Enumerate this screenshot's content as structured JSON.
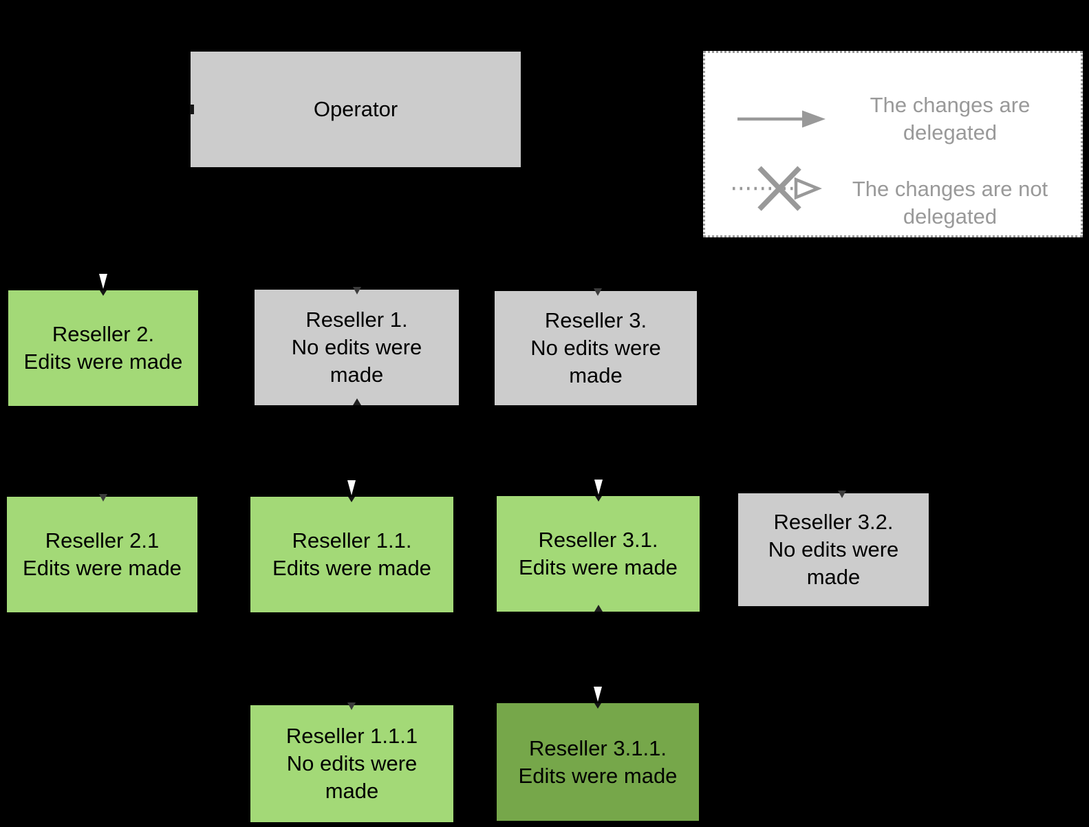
{
  "palette": {
    "background": "#000000",
    "box_gray": "#cccccc",
    "box_green": "#a3d977",
    "box_dark_green": "#76a74a",
    "box_text": "#000000",
    "legend_background": "#ffffff",
    "legend_border": "#999999",
    "legend_text": "#999999",
    "legend_arrow": "#999999",
    "hollow_arrowhead_fill": "#ffffff"
  },
  "nodes": {
    "operator": {
      "text": "Operator"
    },
    "reseller_2": {
      "text": "Reseller 2.\nEdits were made"
    },
    "reseller_1": {
      "text": "Reseller 1.\nNo edits were\nmade"
    },
    "reseller_3": {
      "text": "Reseller 3.\nNo edits were\nmade"
    },
    "reseller_2_1": {
      "text": "Reseller 2.1\nEdits were made"
    },
    "reseller_1_1": {
      "text": "Reseller 1.1.\nEdits were made"
    },
    "reseller_3_1": {
      "text": "Reseller 3.1.\nEdits were made"
    },
    "reseller_3_2": {
      "text": "Reseller 3.2.\nNo edits were\nmade"
    },
    "reseller_1_1_1": {
      "text": "Reseller 1.1.1\nNo edits were\nmade"
    },
    "reseller_3_1_1": {
      "text": "Reseller 3.1.1.\nEdits were made"
    }
  },
  "legend": {
    "delegated_label": "The changes are\ndelegated",
    "not_delegated_label": "The changes are not\ndelegated"
  }
}
